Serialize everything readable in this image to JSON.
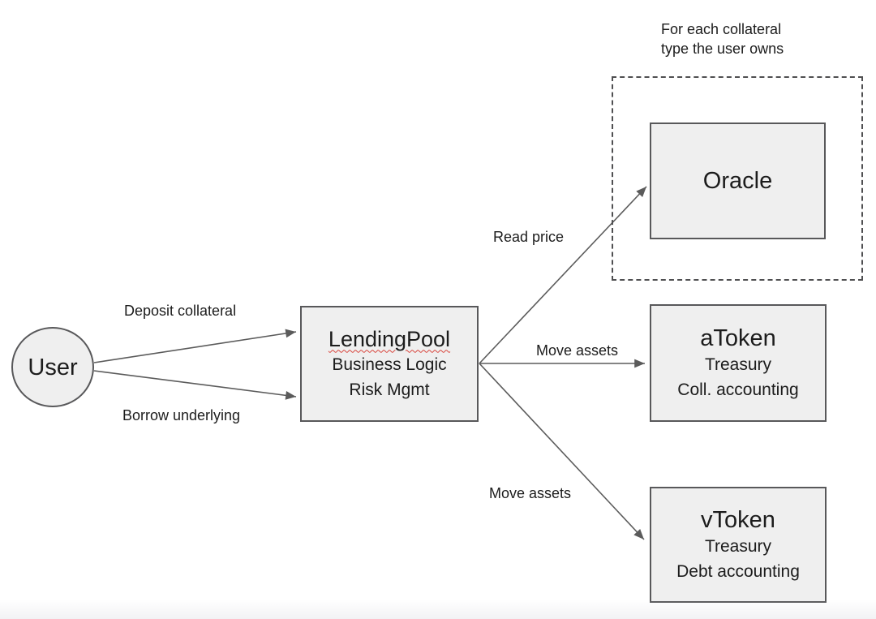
{
  "diagram": {
    "user": {
      "label": "User"
    },
    "lending_pool": {
      "title": "LendingPool",
      "line2": "Business Logic",
      "line3": "Risk Mgmt"
    },
    "oracle_group_note": {
      "line1": "For each collateral",
      "line2": "type the user owns"
    },
    "oracle": {
      "title": "Oracle"
    },
    "atoken": {
      "title": "aToken",
      "line2": "Treasury",
      "line3": "Coll. accounting"
    },
    "vtoken": {
      "title": "vToken",
      "line2": "Treasury",
      "line3": "Debt accounting"
    },
    "edges": {
      "deposit": "Deposit collateral",
      "borrow": "Borrow underlying",
      "read_price": "Read price",
      "move_assets_atoken": "Move assets",
      "move_assets_vtoken": "Move assets"
    },
    "colors": {
      "box_fill": "#efefef",
      "box_border": "#58585a",
      "dashed_border": "#4f4f51",
      "arrow": "#5b5b5b",
      "text": "#1c1c1c",
      "spellcheck_underline": "#d9443c",
      "background": "#ffffff"
    }
  }
}
